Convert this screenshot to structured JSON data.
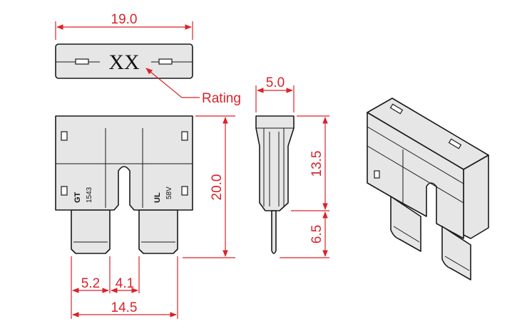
{
  "top_view": {
    "marking": "XX",
    "rating_label": "Rating"
  },
  "dimensions": {
    "width_top": "19.0",
    "thickness": "5.0",
    "height_total": "20.0",
    "height_body": "13.5",
    "height_blade": "6.5",
    "blade_width": "5.2",
    "blade_gap": "4.1",
    "blade_span": "14.5"
  },
  "front_view": {
    "logo_left": "GT",
    "code_left": "1543",
    "logo_right": "UL",
    "voltage_right": "58V"
  },
  "colors": {
    "dimension": "#d9232a",
    "outline": "#1a1a1a",
    "body": "#e6e6e6"
  }
}
